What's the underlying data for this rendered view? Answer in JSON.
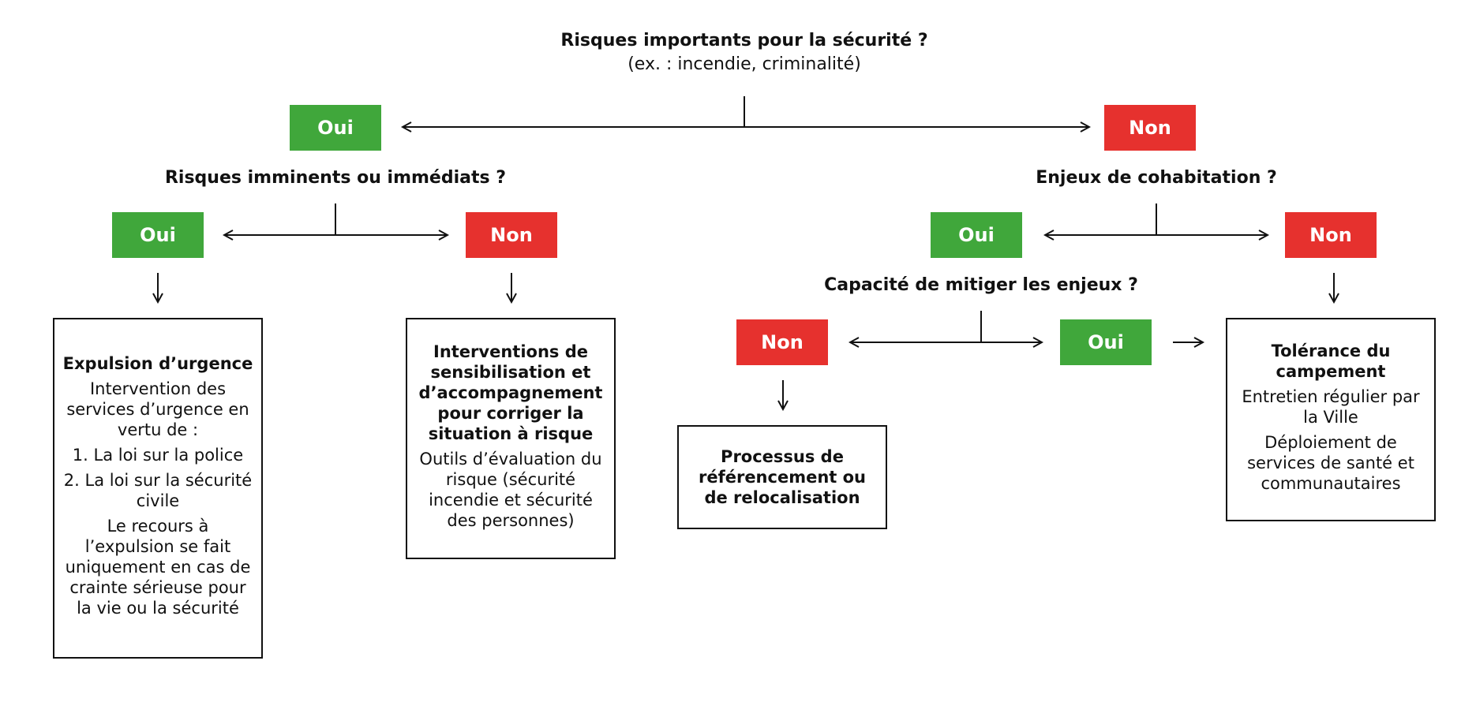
{
  "questions": {
    "q1": {
      "title": "Risques importants pour la sécurité ?",
      "subtitle": "(ex. : incendie, criminalité)"
    },
    "q2": "Risques imminents ou immédiats ?",
    "q3": "Enjeux de cohabitation ?",
    "q4": "Capacité de mitiger les enjeux ?"
  },
  "answers": {
    "yes": "Oui",
    "no": "Non"
  },
  "colors": {
    "yes": "#40a73b",
    "no": "#e6312e"
  },
  "boxes": {
    "expulsion": {
      "title": "Expulsion d’urgence",
      "lines": [
        "Intervention des services d’urgence en vertu de :",
        "1. La loi sur la police",
        "2. La loi sur la sécurité civile",
        "Le recours à l’expulsion se fait uniquement en cas de crainte sérieuse pour la vie ou la sécurité"
      ]
    },
    "interventions": {
      "title": "Interventions de sensibilisation et d’accompagnement pour corriger la situation à risque",
      "lines": [
        "Outils d’évaluation du risque (sécurité incendie et sécurité des personnes)"
      ]
    },
    "processus": {
      "title": "Processus de référencement ou de relocalisation"
    },
    "tolerance": {
      "title": "Tolérance du campement",
      "lines": [
        "Entretien régulier par la Ville",
        "Déploiement de services de santé et communautaires"
      ]
    }
  }
}
